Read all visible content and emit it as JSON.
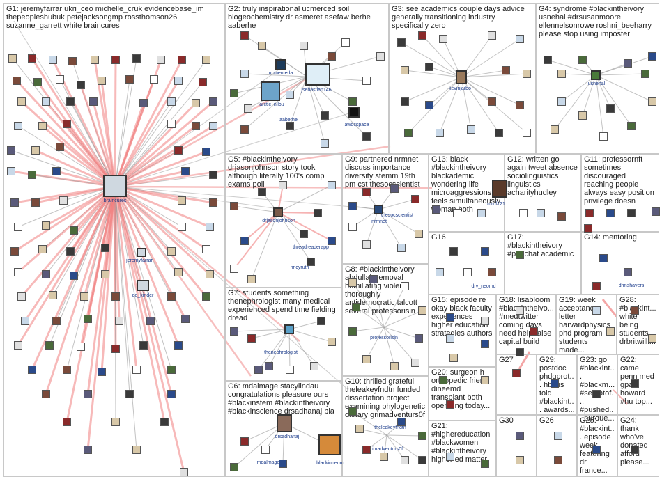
{
  "groups": [
    {
      "id": "G1",
      "label": "G1: jeremyfarrar ukri_ceo michelle_cruk evidencebase_im thepeopleshubuk petejacksongmp rossthomson26 suzanne_garrett white braincures"
    },
    {
      "id": "G2",
      "label": "G2: truly inspirational ucmerced soil biogeochemistry dr asmeret asefaw berhe aaberhe"
    },
    {
      "id": "G3",
      "label": "G3: see academics couple days advice generally transitioning industry specifically zero"
    },
    {
      "id": "G4",
      "label": "G4: syndrome #blackintheivory usnehal #drsusanmoore ellennelsonrowe roshni_beeharry please stop using imposter"
    },
    {
      "id": "G5",
      "label": "G5: #blackintheivory drjasonjohnson story took although literally 100's comp exams poli"
    },
    {
      "id": "G9",
      "label": "G9: partnered nrmnet discuss importance diversity stemm 19th pm cst thesocscientist"
    },
    {
      "id": "G13",
      "label": "G13: black #blackintheivory blackademic wondering life microaggressions feels simultaneously woman both"
    },
    {
      "id": "G12",
      "label": "G12: written go again tweet absence sociolinguistics linguistics acharityhudley"
    },
    {
      "id": "G11",
      "label": "G11: professornft sometimes discouraged reaching people always easy position privilege doesn"
    },
    {
      "id": "G16",
      "label": "G16"
    },
    {
      "id": "G17",
      "label": "G17: #blackintheivory #phdchat academic"
    },
    {
      "id": "G14",
      "label": "G14: mentoring"
    },
    {
      "id": "G8",
      "label": "G8: #blackintheivory abdullah removal humiliating violent thoroughly antidemocratic talcott several professorisin"
    },
    {
      "id": "G7",
      "label": "G7: students something thenephrologist many medical experienced spend time fielding dread"
    },
    {
      "id": "G15",
      "label": "G15: episode re okay black faculty experiences higher education strategies authors"
    },
    {
      "id": "G18",
      "label": "G18: lisabloom #blackintheivo... #medtwitter coming days need help raise capital build"
    },
    {
      "id": "G19",
      "label": "G19: week acceptance letter harvardphysics phd program students made..."
    },
    {
      "id": "G28",
      "label": "G28: #blackint... white being students drbritwilli..."
    },
    {
      "id": "G6",
      "label": "G6: mdalmage stacylindau congratulations pleasure ours #blackinstem #blackintheivory #blackinscience drsadhanaj bla"
    },
    {
      "id": "G10",
      "label": "G10: thrilled grateful theleakeyfndtn funded dissertation project examining phylogenetic dietary grimadventurs0f"
    },
    {
      "id": "G20",
      "label": "G20: surgeon h orthopedic friend dineemd transplant both operating today..."
    },
    {
      "id": "G27",
      "label": "G27"
    },
    {
      "id": "G29",
      "label": "G29: postdoc phdgprot... hbcus told #blackint... awards..."
    },
    {
      "id": "G23",
      "label": "G23: go #blackint... #blackm... #setuptof... #pushed... purdue..."
    },
    {
      "id": "G22",
      "label": "G22: came penn med gpa howard #hu top..."
    },
    {
      "id": "G21",
      "label": "G21: #highereducation #blackwomen #blackintheivory higher ed matter"
    },
    {
      "id": "G30",
      "label": "G30"
    },
    {
      "id": "G26",
      "label": "G26"
    },
    {
      "id": "G25",
      "label": "G25: #blackint... episode week featuring dr france..."
    },
    {
      "id": "G24",
      "label": "G24: thank who've donated afford please..."
    }
  ],
  "hub_nodes": [
    {
      "label": "braincures"
    },
    {
      "label": "jeremyfarrar"
    },
    {
      "label": "do_kinder"
    },
    {
      "label": "ucmerceda"
    },
    {
      "label": "arctic_nilou"
    },
    {
      "label": "jsebastian146"
    },
    {
      "label": "aaberhe"
    },
    {
      "label": "awocspace"
    },
    {
      "label": "kevinjarbo"
    },
    {
      "label": "usnehal"
    },
    {
      "label": "drjasonjohnson"
    },
    {
      "label": "threadreaderapp"
    },
    {
      "label": "nncyruth"
    },
    {
      "label": "nrmnet"
    },
    {
      "label": "thesocscientist"
    },
    {
      "label": "mrnf121"
    },
    {
      "label": "drv_neomd"
    },
    {
      "label": "drmshavers"
    },
    {
      "label": "professorisin"
    },
    {
      "label": "thenephrologist"
    },
    {
      "label": "drsadhanaj"
    },
    {
      "label": "mdalmage"
    },
    {
      "label": "blackinneuro"
    },
    {
      "label": "grimadventurs0f"
    },
    {
      "label": "theleakeyfndtn"
    }
  ],
  "colors": {
    "edge_highlight": "#f08080",
    "edge_normal": "#9a9a9a",
    "box_border": "#c8c8c8",
    "label_text": "#222222",
    "node_label": "#1a3a8a"
  }
}
